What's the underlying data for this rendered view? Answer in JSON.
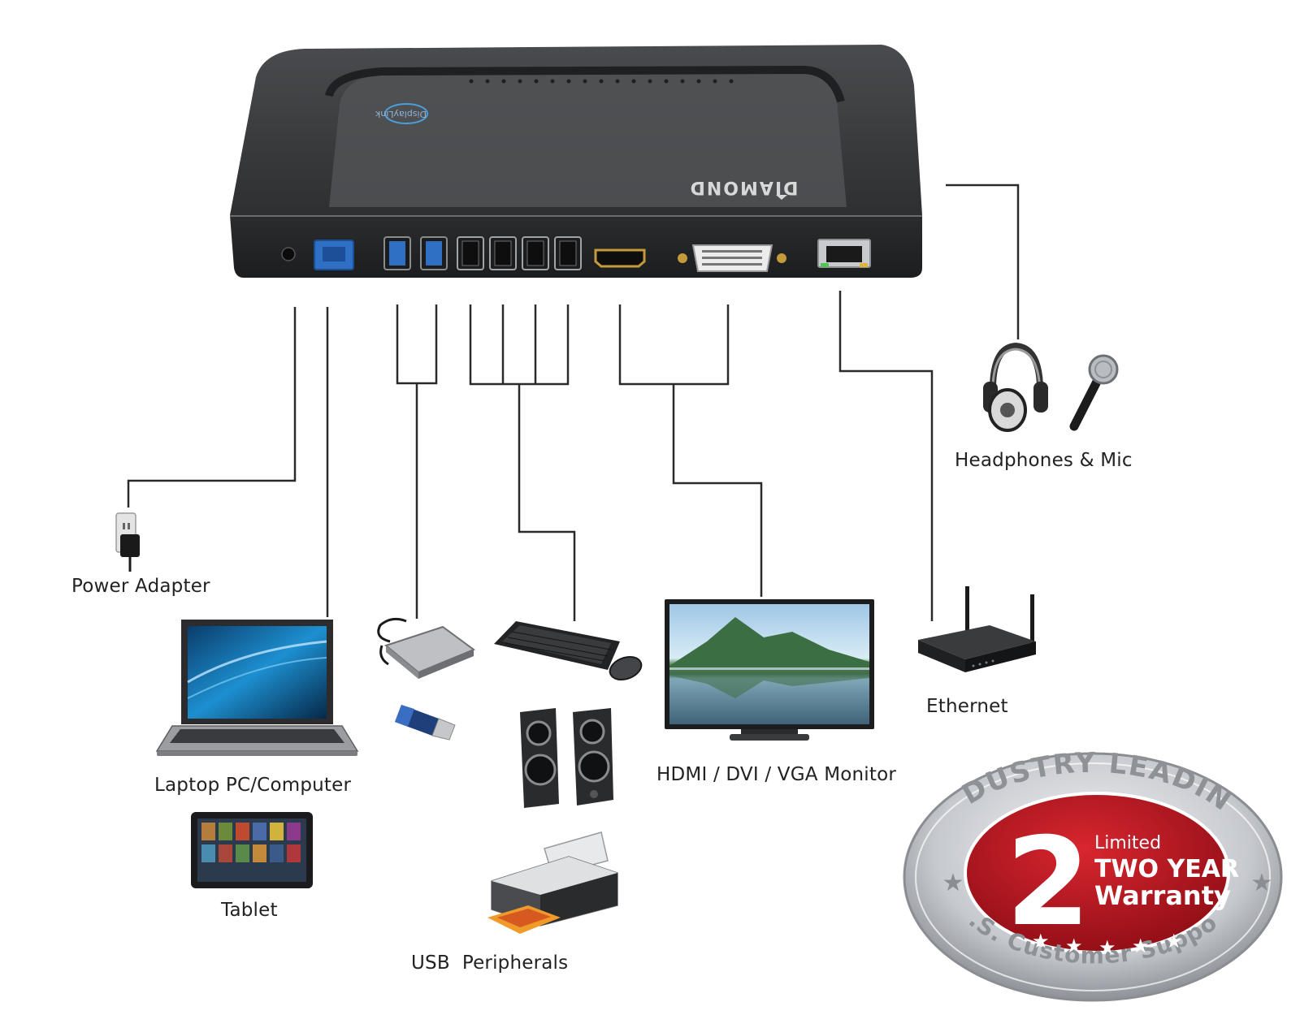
{
  "dock": {
    "brand": "DIAMOND",
    "logo_text": "DisplayLink"
  },
  "labels": {
    "headphones_mic": "Headphones & Mic",
    "power_adapter": "Power Adapter",
    "laptop": "Laptop PC/Computer",
    "tablet": "Tablet",
    "usb_peripherals": "USB  Peripherals",
    "monitor": "HDMI / DVI / VGA Monitor",
    "ethernet": "Ethernet"
  },
  "badge": {
    "top_arc": "INDUSTRY LEADING",
    "number": "2",
    "limited": "Limited",
    "two_year": "TWO YEAR",
    "warranty": "Warranty",
    "bottom_arc": "U.S. Customer Support"
  },
  "icons": [
    "power-adapter-icon",
    "laptop-icon",
    "tablet-icon",
    "external-drive-icon",
    "usb-stick-icon",
    "keyboard-mouse-icon",
    "speakers-icon",
    "printer-icon",
    "monitor-icon",
    "router-icon",
    "headphones-icon",
    "microphone-icon"
  ],
  "colors": {
    "dock_body": "#3a3b3d",
    "usb3_blue": "#2f6fc4",
    "badge_red": "#b3141e",
    "badge_silver": "#c9ccd1",
    "line": "#2a2a2a"
  }
}
